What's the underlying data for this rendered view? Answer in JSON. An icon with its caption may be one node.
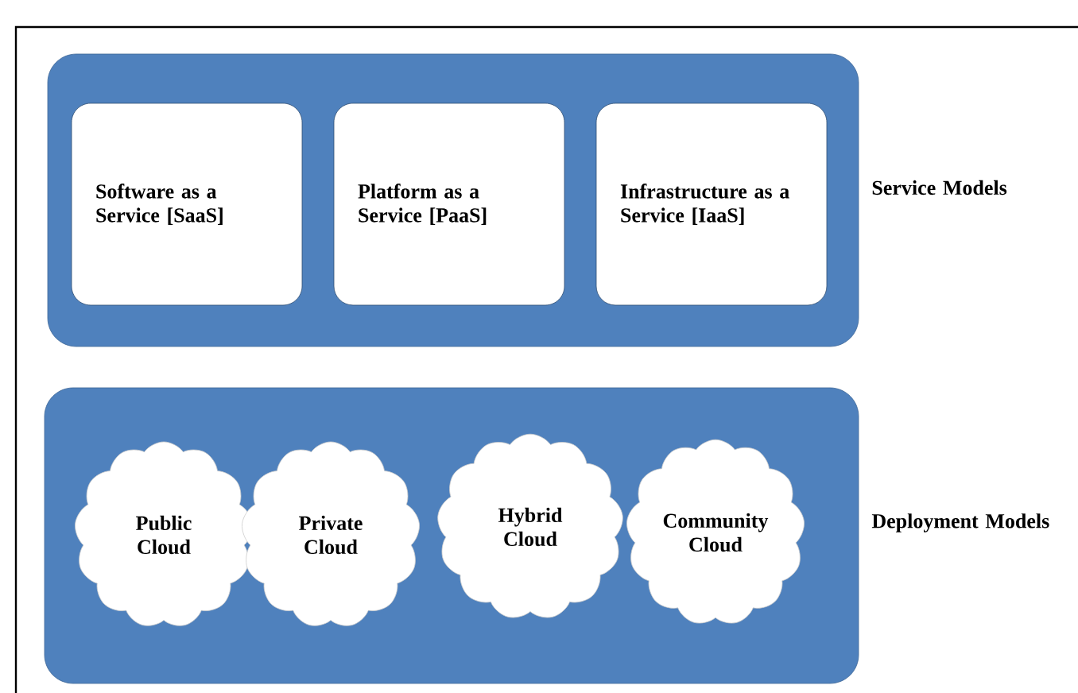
{
  "diagram": {
    "nodes": [
      {
        "text": [
          "Service Models"
        ]
      },
      {
        "text": [
          "Software as a Service [SaaS]"
        ],
        "in": 0
      },
      {
        "text": [
          "Platform as a Service [PaaS]"
        ],
        "in": 0
      },
      {
        "text": [
          "Infrastructure as a Service [IaaS]"
        ],
        "in": 0
      },
      {
        "text": [
          "Deployment Models"
        ]
      },
      {
        "text": [
          "Public Cloud"
        ],
        "in": 4
      },
      {
        "text": [
          "Private Cloud"
        ],
        "in": 4
      },
      {
        "text": [
          "Hybrid Cloud"
        ],
        "in": 4
      },
      {
        "text": [
          "Community Cloud"
        ],
        "in": 4
      }
    ],
    "edges": []
  }
}
